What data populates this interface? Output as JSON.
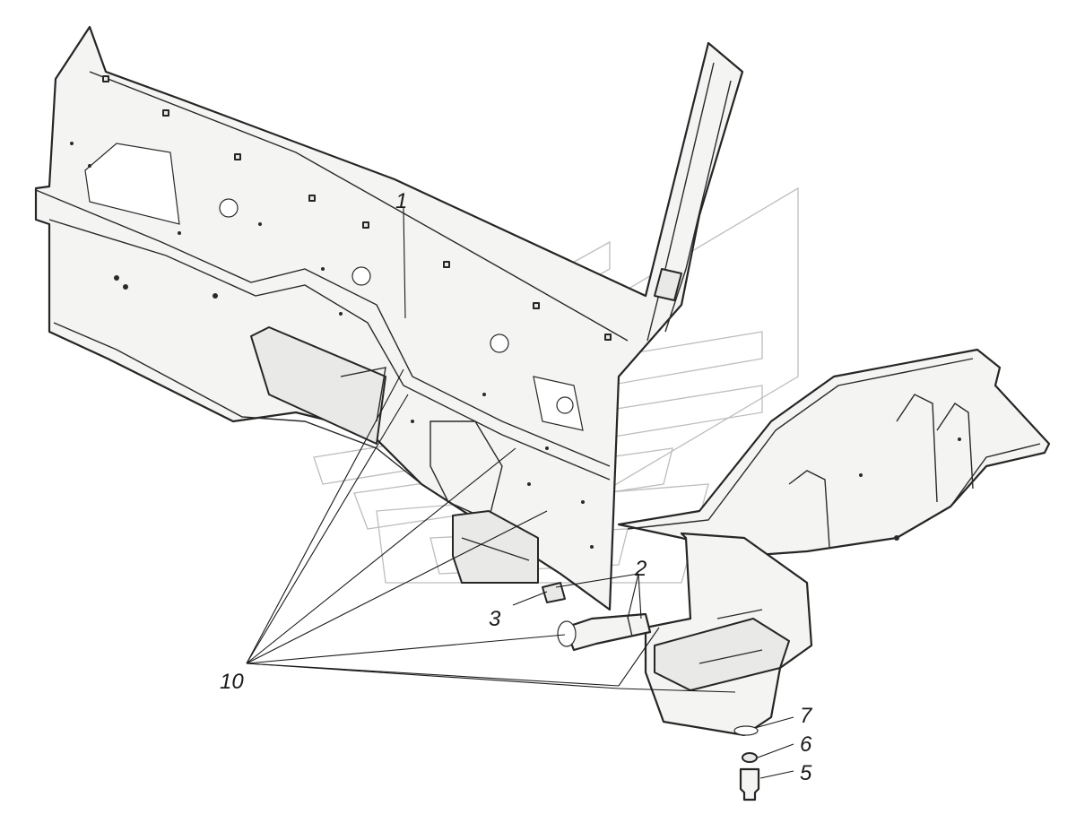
{
  "callouts": {
    "c1": "1",
    "c2": "2",
    "c3": "3",
    "c5": "5",
    "c6": "6",
    "c7": "7",
    "c10": "10"
  },
  "colors": {
    "ink": "#262626",
    "part_fill": "#f4f4f2",
    "watermark": "#bdbdbd",
    "background": "#ffffff"
  }
}
